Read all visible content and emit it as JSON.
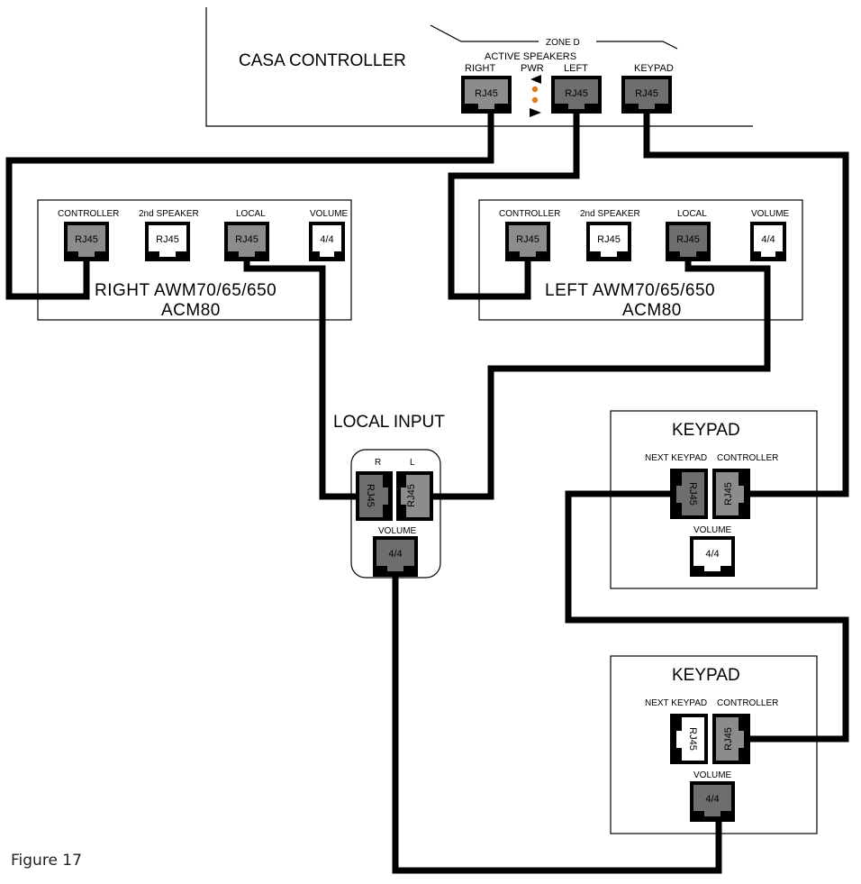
{
  "colors": {
    "jack_gray": "#8c8c8c",
    "jack_dark": "#6e6e6e",
    "jack_white": "#ffffff",
    "jack_frame": "#000000",
    "pwr_led": "#e07a1c",
    "wire": "#000000"
  },
  "controller": {
    "title": "CASA CONTROLLER",
    "zone": "ZONE D",
    "active_speakers": "ACTIVE SPEAKERS",
    "right": "RIGHT",
    "pwr": "PWR",
    "left": "LEFT",
    "keypad": "KEYPAD",
    "jack_rj45": "RJ45"
  },
  "right_amp": {
    "controller": "CONTROLLER",
    "second_speaker": "2nd SPEAKER",
    "local": "LOCAL",
    "volume": "VOLUME",
    "jack_rj45": "RJ45",
    "jack_44": "4/4",
    "name_line1": "RIGHT AWM70/65/650",
    "name_line2": "ACM80"
  },
  "left_amp": {
    "controller": "CONTROLLER",
    "second_speaker": "2nd SPEAKER",
    "local": "LOCAL",
    "volume": "VOLUME",
    "jack_rj45": "RJ45",
    "jack_44": "4/4",
    "name_line1": "LEFT AWM70/65/650",
    "name_line2": "ACM80"
  },
  "local_input": {
    "title": "LOCAL INPUT",
    "r": "R",
    "l": "L",
    "jack_rj45": "RJ45",
    "volume": "VOLUME",
    "jack_44": "4/4"
  },
  "keypad1": {
    "title": "KEYPAD",
    "next_keypad": "NEXT KEYPAD",
    "controller": "CONTROLLER",
    "jack_rj45": "RJ45",
    "volume": "VOLUME",
    "jack_44": "4/4"
  },
  "keypad2": {
    "title": "KEYPAD",
    "next_keypad": "NEXT KEYPAD",
    "controller": "CONTROLLER",
    "jack_rj45": "RJ45",
    "volume": "VOLUME",
    "jack_44": "4/4"
  },
  "figure_caption": "Figure 17"
}
